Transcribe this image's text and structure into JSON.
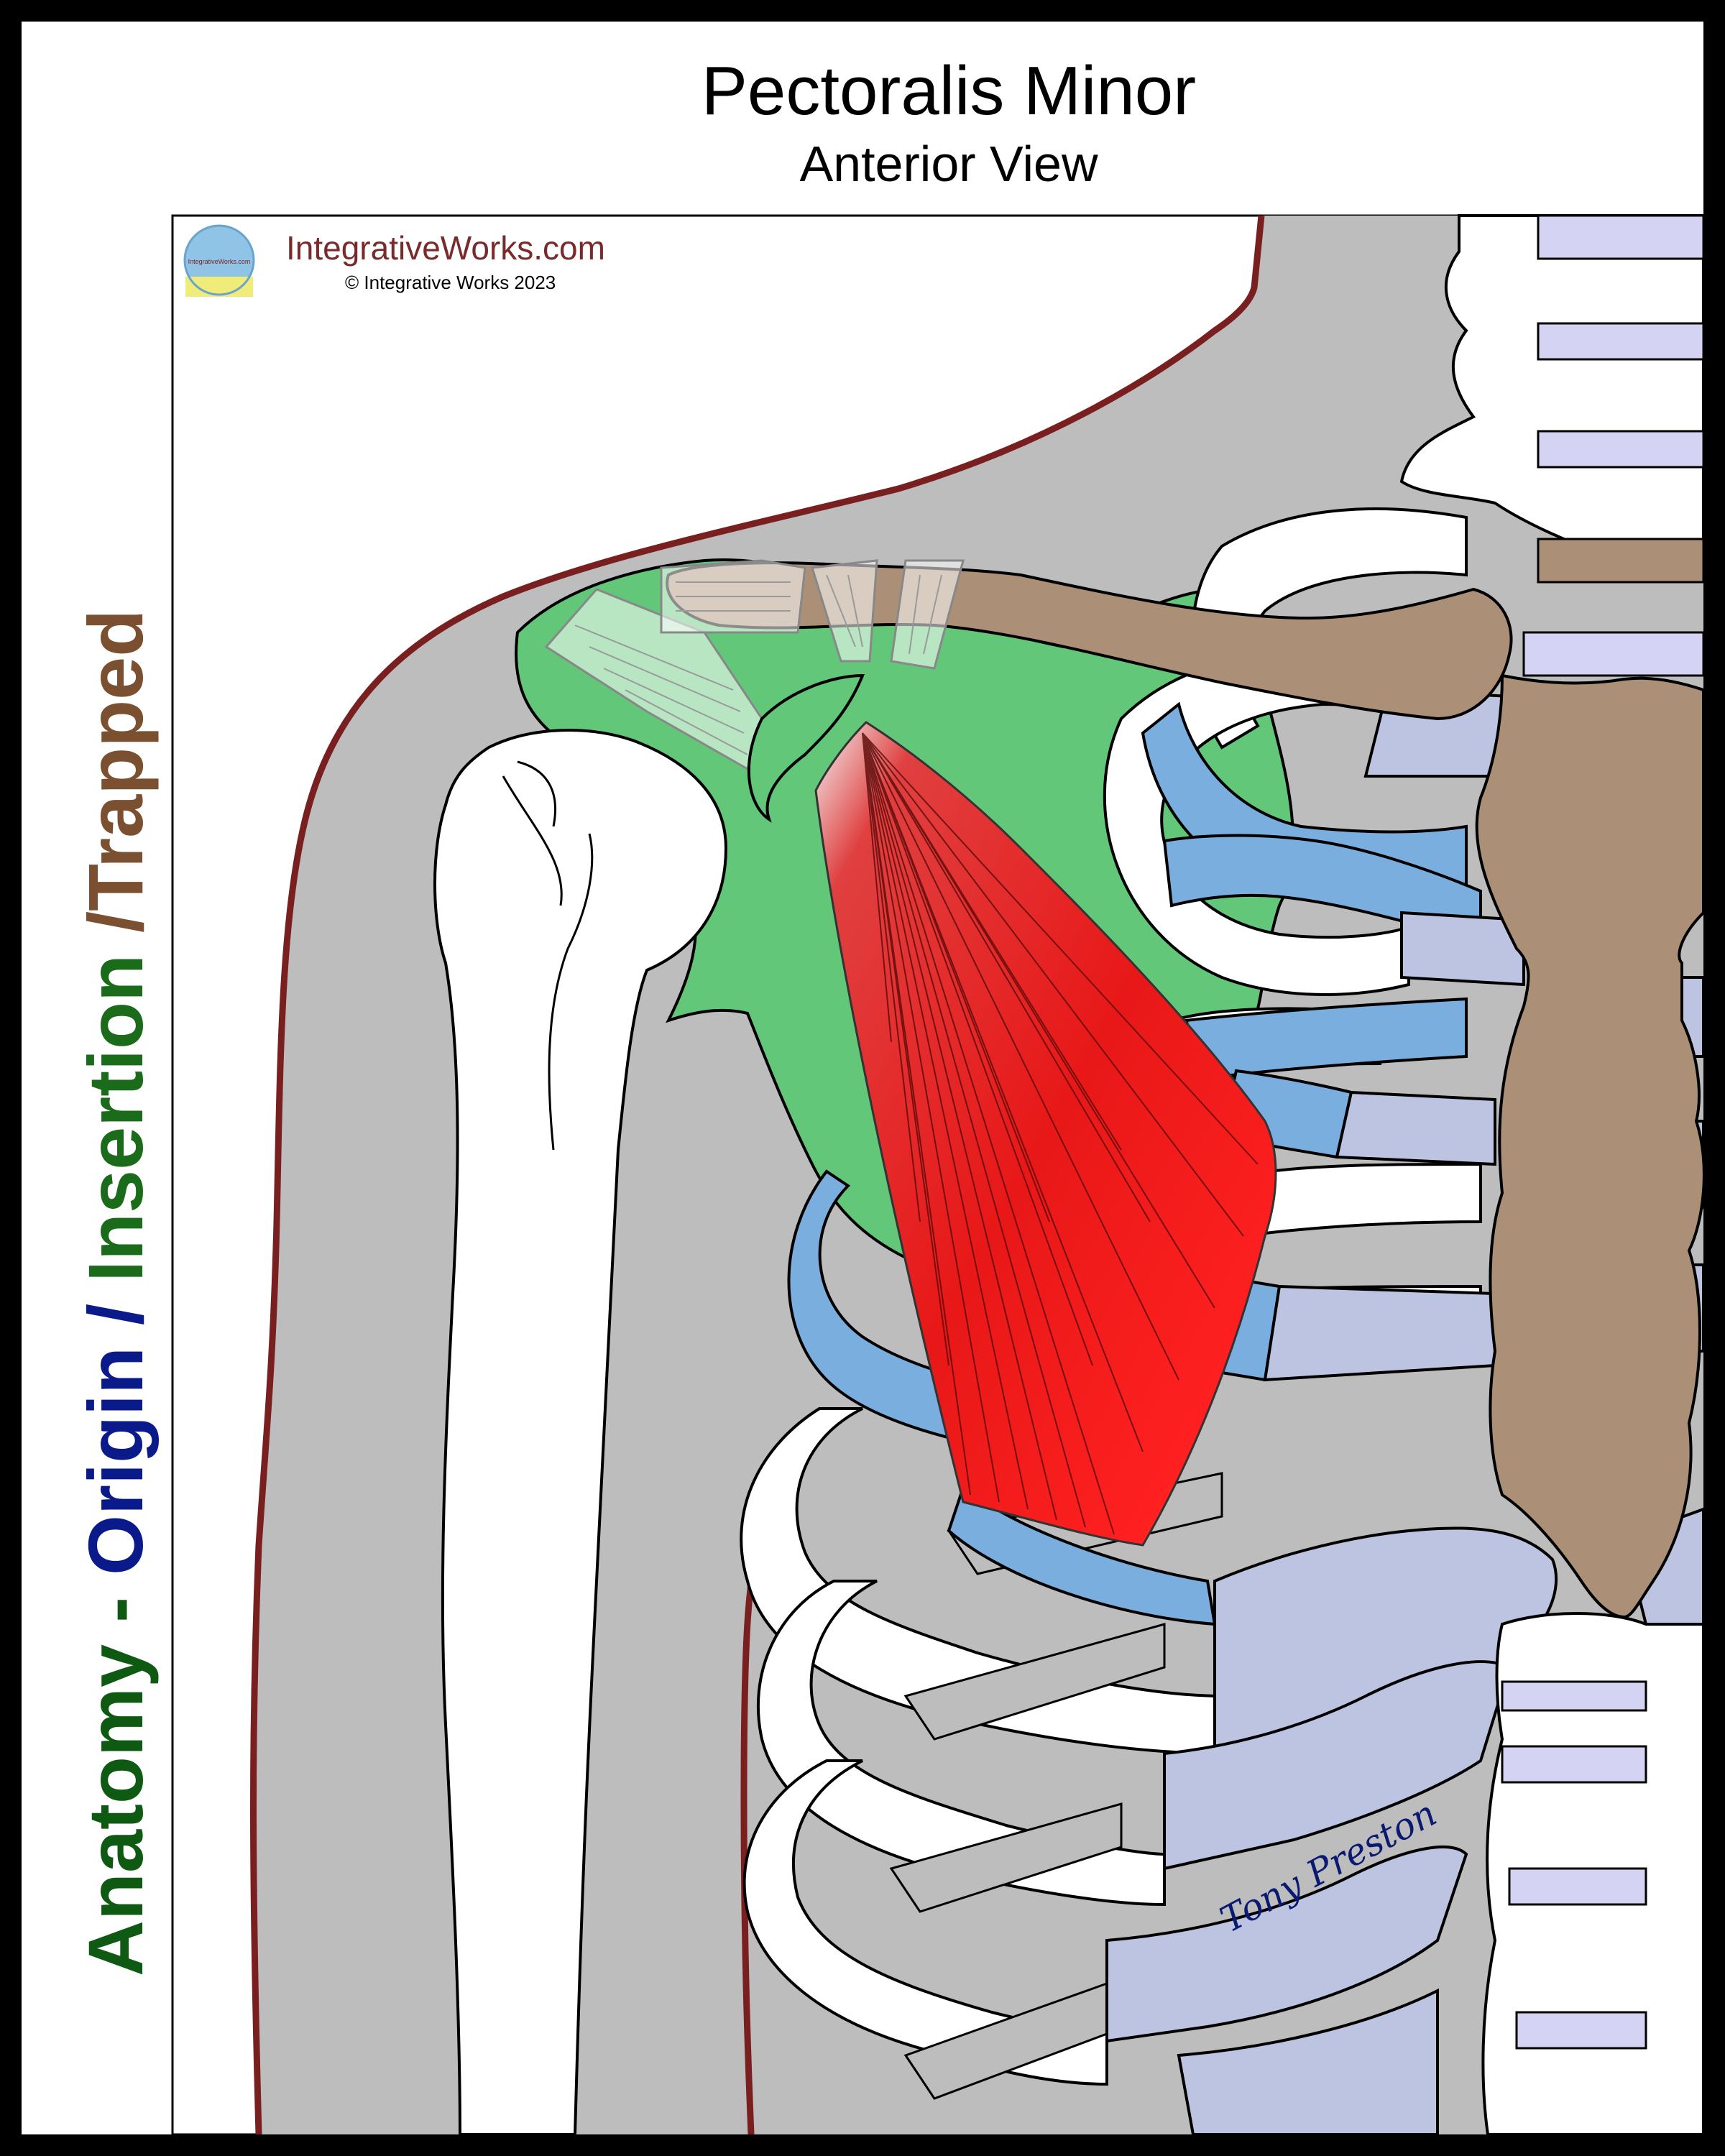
{
  "header": {
    "title": "Pectoralis Minor",
    "subtitle": "Anterior View"
  },
  "side_label": {
    "part1": "Anatomy - ",
    "part2": "Origin",
    "part3": " / ",
    "part4": "Insertion",
    "part5": " /Trapped"
  },
  "watermark": {
    "site": "IntegrativeWorks.com",
    "copyright": "© Integrative Works 2023",
    "logo_text": "IntegrativeWorks.com"
  },
  "signature": "Tony Preston",
  "colors": {
    "frame": "#000000",
    "background": "#ffffff",
    "body_silhouette": "#bdbdbd",
    "skin_outline": "#7a1f1f",
    "scapula": "#63c77a",
    "clavicle_sternum": "#ab9077",
    "rib_origin": "#7aaedf",
    "costal_cartilage": "#bcc4e2",
    "muscle": "#e81c1c",
    "vertebra_disc": "#d4d3f3",
    "origin_text": "#0a1a8a",
    "insertion_text": "#1a6b1a",
    "trapped_text": "#7a5030",
    "anatomy_text": "#0e5a12",
    "site_text": "#7a2a2a"
  }
}
